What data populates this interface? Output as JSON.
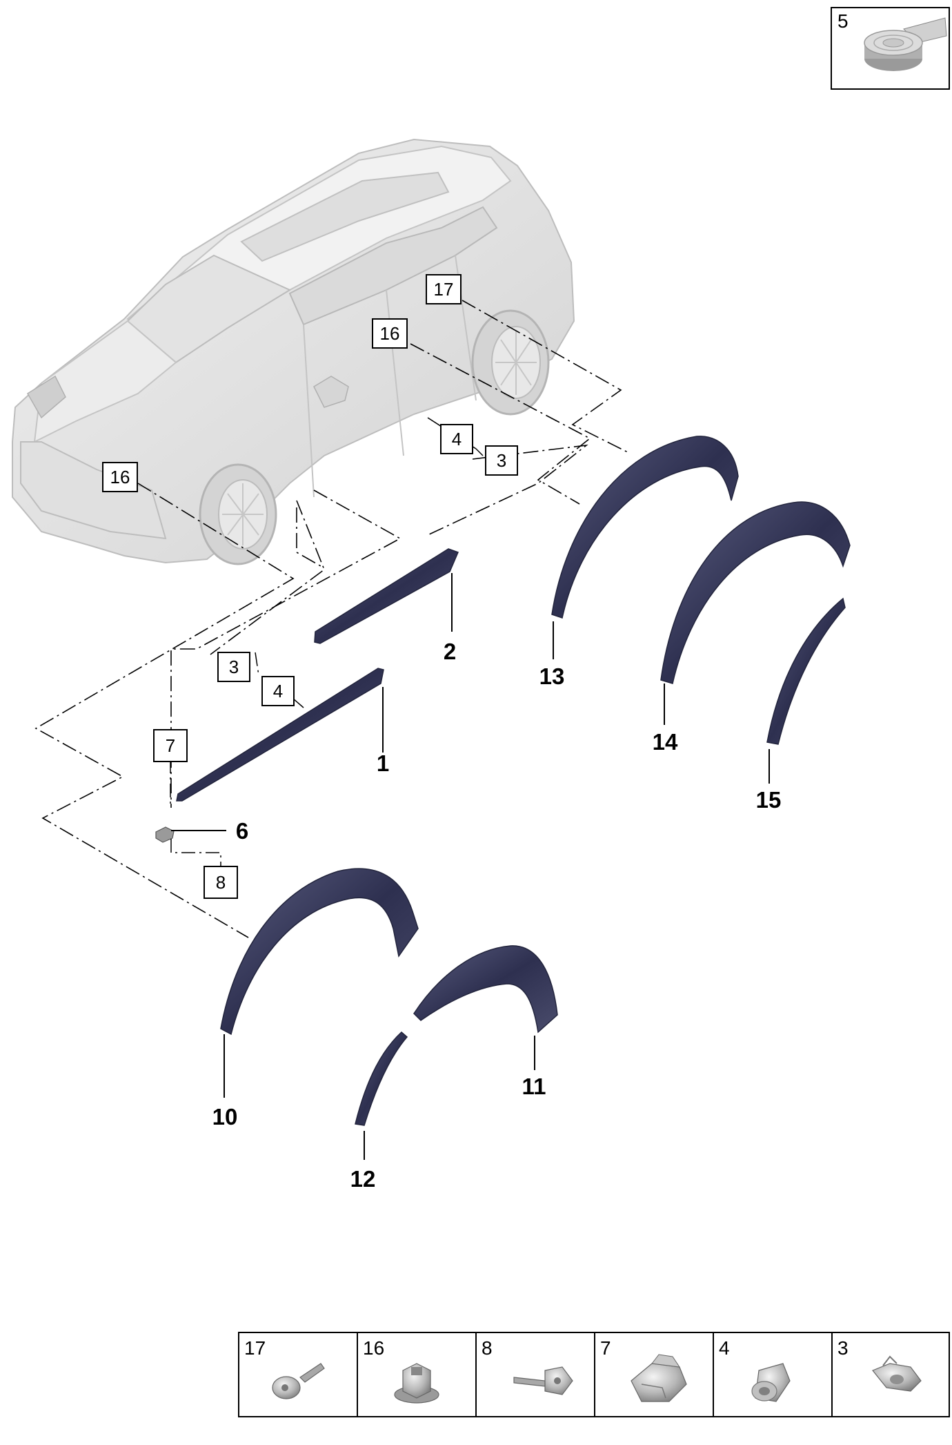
{
  "kit_box": {
    "number": "5"
  },
  "callouts_bold": [
    {
      "id": "p1",
      "label": "1"
    },
    {
      "id": "p2",
      "label": "2"
    },
    {
      "id": "p6",
      "label": "6"
    },
    {
      "id": "p10",
      "label": "10"
    },
    {
      "id": "p11",
      "label": "11"
    },
    {
      "id": "p12",
      "label": "12"
    },
    {
      "id": "p13",
      "label": "13"
    },
    {
      "id": "p14",
      "label": "14"
    },
    {
      "id": "p15",
      "label": "15"
    }
  ],
  "callouts_boxed": [
    {
      "id": "b17",
      "label": "17"
    },
    {
      "id": "b16a",
      "label": "16"
    },
    {
      "id": "b16b",
      "label": "16"
    },
    {
      "id": "b4a",
      "label": "4"
    },
    {
      "id": "b3a",
      "label": "3"
    },
    {
      "id": "b3b",
      "label": "3"
    },
    {
      "id": "b4b",
      "label": "4"
    },
    {
      "id": "b7",
      "label": "7"
    },
    {
      "id": "b8",
      "label": "8"
    }
  ],
  "legend": [
    {
      "number": "17",
      "icon": "screw-icon"
    },
    {
      "number": "16",
      "icon": "hex-nut-icon"
    },
    {
      "number": "8",
      "icon": "clip-screw-icon"
    },
    {
      "number": "7",
      "icon": "fastener-clip-icon"
    },
    {
      "number": "4",
      "icon": "expansion-nut-icon"
    },
    {
      "number": "3",
      "icon": "push-clip-icon"
    }
  ],
  "colors": {
    "trim": "#3a3c5c",
    "car_body": "#e6e6e6",
    "line": "#000000"
  }
}
